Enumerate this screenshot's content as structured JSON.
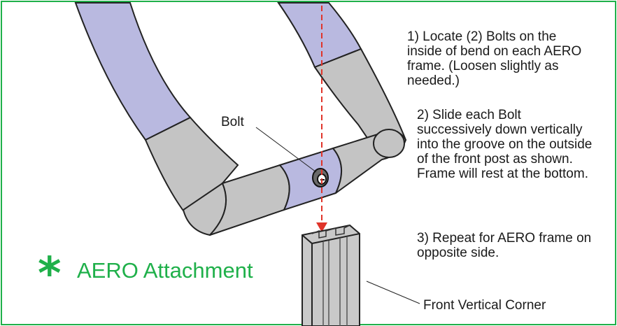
{
  "title": "AERO Attachment",
  "title_symbol": "*",
  "labels": {
    "bolt": "Bolt",
    "front_vertical_corner": "Front Vertical Corner"
  },
  "steps": [
    {
      "text": "1) Locate (2) Bolts on the inside of bend on each AERO frame. (Loosen slightly as needed.)"
    },
    {
      "text": "2) Slide each Bolt successively down vertically into the groove on the outside of the front post as shown. Frame will rest at the bottom."
    },
    {
      "text": "3) Repeat for AERO frame on opposite side."
    }
  ],
  "colors": {
    "border": "#1fb04a",
    "title": "#1fb04a",
    "frame_lavender": "#b9b9e0",
    "frame_gray": "#bdbdbd",
    "arrow": "#e0342a"
  }
}
